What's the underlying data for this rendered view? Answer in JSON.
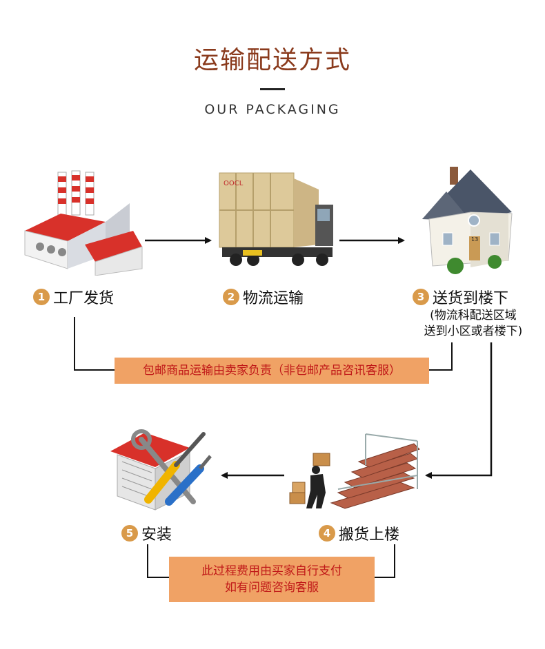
{
  "header": {
    "title": "运输配送方式",
    "subtitle": "OUR PACKAGING"
  },
  "steps": [
    {
      "num": "1",
      "label": "工厂发货",
      "icon": "factory-icon"
    },
    {
      "num": "2",
      "label": "物流运输",
      "icon": "truck-icon"
    },
    {
      "num": "3",
      "label": "送货到楼下",
      "icon": "house-icon",
      "note_line1": "(物流科配送区域",
      "note_line2": "送到小区或者楼下)"
    },
    {
      "num": "4",
      "label": "搬货上楼",
      "icon": "mover-stairs-icon"
    },
    {
      "num": "5",
      "label": "安装",
      "icon": "tools-house-icon"
    }
  ],
  "banners": {
    "top": "包邮商品运输由卖家负责（非包邮产品咨讯客服）",
    "bottom_line1": "此过程费用由买家自行支付",
    "bottom_line2": "如有问题咨询客服"
  },
  "colors": {
    "accent": "#8a3a1c",
    "banner_bg": "#f0a265",
    "banner_text": "#c01818",
    "number_badge": "#d99a4a"
  }
}
